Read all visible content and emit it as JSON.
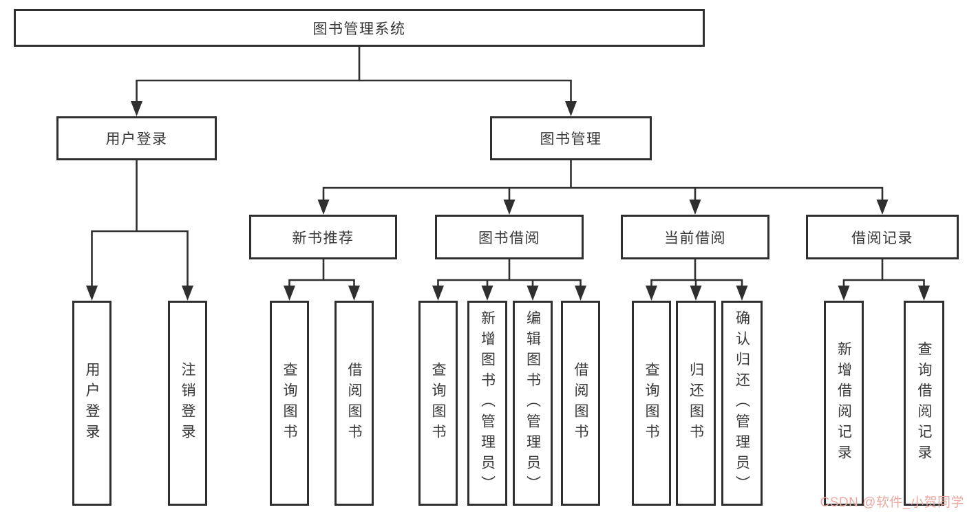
{
  "colors": {
    "background": "#ffffff",
    "line": "#2f2f2f",
    "box_border": "#2f2f2f",
    "text": "#383838",
    "watermark": "#eca9a2"
  },
  "tree": {
    "root": {
      "label": "图书管理系统"
    },
    "level2": [
      {
        "label": "用户登录",
        "children": [
          {
            "label": "用户登录"
          },
          {
            "label": "注销登录"
          }
        ]
      },
      {
        "label": "图书管理",
        "children": [
          {
            "label": "新书推荐",
            "children": [
              {
                "label": "查询图书"
              },
              {
                "label": "借阅图书"
              }
            ]
          },
          {
            "label": "图书借阅",
            "children": [
              {
                "label": "查询图书"
              },
              {
                "label": "新增图书（管理员）"
              },
              {
                "label": "编辑图书（管理员）"
              },
              {
                "label": "借阅图书"
              }
            ]
          },
          {
            "label": "当前借阅",
            "children": [
              {
                "label": "查询图书"
              },
              {
                "label": "归还图书"
              },
              {
                "label": "确认归还（管理员）"
              }
            ]
          },
          {
            "label": "借阅记录",
            "children": [
              {
                "label": "新增借阅记录"
              },
              {
                "label": "查询借阅记录"
              }
            ]
          }
        ]
      }
    ]
  },
  "watermark": {
    "text": "CSDN @软件_小贺同学"
  }
}
